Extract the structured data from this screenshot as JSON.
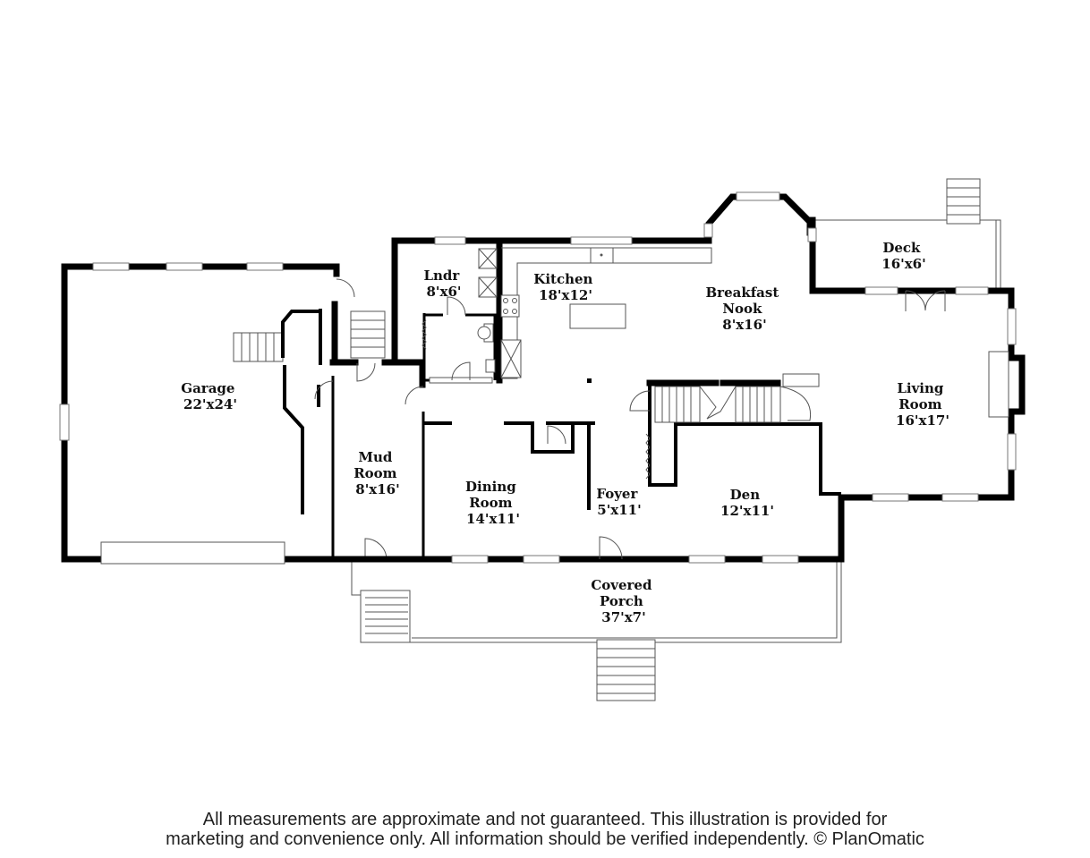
{
  "rooms": {
    "garage": {
      "name": "Garage",
      "size": "22'x24'"
    },
    "mud_room": {
      "name1": "Mud",
      "name2": "Room",
      "size": "8'x16'"
    },
    "laundry": {
      "name": "Lndr",
      "size": "8'x6'"
    },
    "kitchen": {
      "name": "Kitchen",
      "size": "18'x12'"
    },
    "breakfast": {
      "name1": "Breakfast",
      "name2": "Nook",
      "size": "8'x16'"
    },
    "deck": {
      "name": "Deck",
      "size": "16'x6'"
    },
    "living": {
      "name1": "Living",
      "name2": "Room",
      "size": "16'x17'"
    },
    "dining": {
      "name1": "Dining",
      "name2": "Room",
      "size": "14'x11'"
    },
    "foyer": {
      "name": "Foyer",
      "size": "5'x11'"
    },
    "den": {
      "name": "Den",
      "size": "12'x11'"
    },
    "porch": {
      "name1": "Covered",
      "name2": "Porch",
      "size": "37'x7'"
    }
  },
  "disclaimer": {
    "line1": "All measurements are approximate and not guaranteed. This illustration is provided for",
    "line2": "marketing and convenience only. All information should be verified independently. © PlanOmatic"
  }
}
